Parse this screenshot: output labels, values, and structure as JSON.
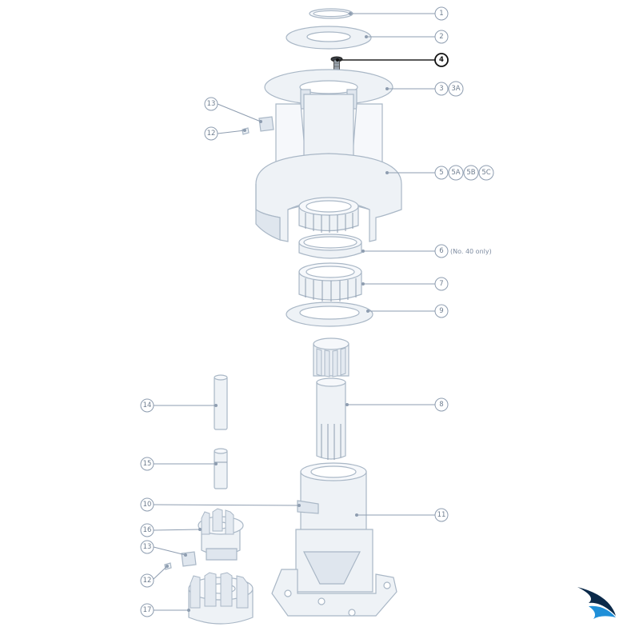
{
  "callouts": {
    "c1": "1",
    "c2": "2",
    "c3": "3",
    "c3a": "3A",
    "c4": "4",
    "c5": "5",
    "c5a": "5A",
    "c5b": "5B",
    "c5c": "5C",
    "c6": "6",
    "c6_note": "(No. 40 only)",
    "c7": "7",
    "c8": "8",
    "c9": "9",
    "c10": "10",
    "c11": "11",
    "c12_top": "12",
    "c12_bottom": "12",
    "c13_top": "13",
    "c13_bottom": "13",
    "c14": "14",
    "c15": "15",
    "c16": "16",
    "c17": "17"
  },
  "colors": {
    "part_fill": "#eef2f6",
    "part_stroke": "#a9b7c6",
    "leader": "#8e9db0",
    "highlight": "#111111",
    "logo_dark": "#0b2a4a",
    "logo_blue": "#1f8fd8"
  },
  "logo": {
    "icon": "sail-swoosh-logo-icon"
  }
}
